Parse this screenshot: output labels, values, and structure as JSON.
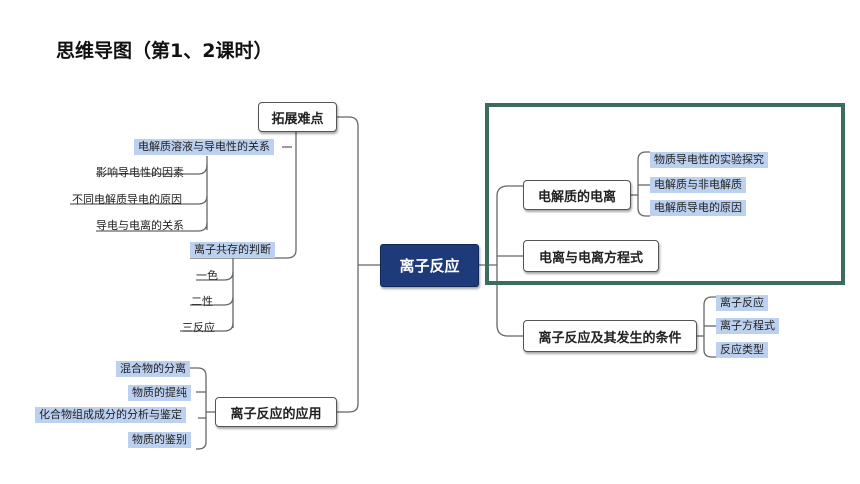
{
  "title": "思维导图（第1、2课时）",
  "center": "离子反应",
  "right": {
    "branch1": {
      "label": "电解质的电离",
      "leaves": [
        "物质导电性的实验探究",
        "电解质与非电解质",
        "电解质导电的原因"
      ]
    },
    "branch2": {
      "label": "电离与电离方程式"
    },
    "branch3": {
      "label": "离子反应及其发生的条件",
      "leaves": [
        "离子反应",
        "离子方程式",
        "反应类型"
      ]
    }
  },
  "left": {
    "branch1": {
      "label": "拓展难点",
      "group1": {
        "label": "电解质溶液与导电性的关系",
        "leaves": [
          "影响导电性的因素",
          "不同电解质导电的原因",
          "导电与电离的关系"
        ]
      },
      "group2": {
        "label": "离子共存的判断",
        "leaves": [
          "一色",
          "二性",
          "三反应"
        ]
      }
    },
    "branch2": {
      "label": "离子反应的应用",
      "leaves": [
        "混合物的分离",
        "物质的提纯",
        "化合物组成成分的分析与鉴定",
        "物质的鉴别"
      ]
    }
  },
  "colors": {
    "center_bg": "#1f3a78",
    "highlight_bg": "#bcd0ef",
    "frame": "#3d6b5c"
  }
}
